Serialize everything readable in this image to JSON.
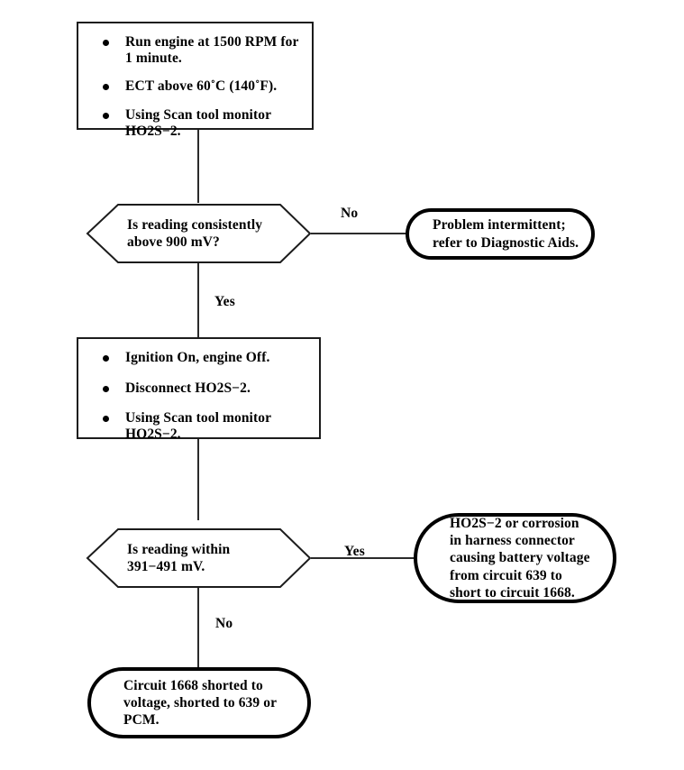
{
  "diagram": {
    "title": "HO2S-2 Diagnostic Flowchart",
    "type": "flowchart",
    "ink_color": "#000000",
    "background_color": "#ffffff"
  },
  "nodes": {
    "process_1": {
      "shape": "rectangle",
      "bullets": [
        "Run engine at 1500 RPM for\n1 minute.",
        "ECT above 60˚C (140˚F).",
        "Using Scan tool monitor\nHO2S−2."
      ]
    },
    "decision_1": {
      "shape": "hexagon",
      "text": "Is reading consistently\nabove 900 mV?"
    },
    "terminator_1": {
      "shape": "rounded-rectangle",
      "text": "Problem intermittent;\nrefer to Diagnostic Aids."
    },
    "process_2": {
      "shape": "rectangle",
      "bullets": [
        "Ignition On, engine Off.",
        "Disconnect HO2S−2.",
        "Using Scan tool monitor\nHO2S−2."
      ]
    },
    "decision_2": {
      "shape": "hexagon",
      "text": "Is reading within\n391−491 mV."
    },
    "terminator_2": {
      "shape": "rounded-rectangle",
      "text": "HO2S−2 or corrosion\nin harness connector\ncausing battery voltage\nfrom circuit 639 to\nshort to circuit 1668."
    },
    "terminator_3": {
      "shape": "rounded-rectangle",
      "text": "Circuit 1668 shorted to\nvoltage, shorted to 639 or\nPCM."
    }
  },
  "branch_labels": {
    "decision_1_no": "No",
    "decision_1_yes": "Yes",
    "decision_2_yes": "Yes",
    "decision_2_no": "No"
  }
}
